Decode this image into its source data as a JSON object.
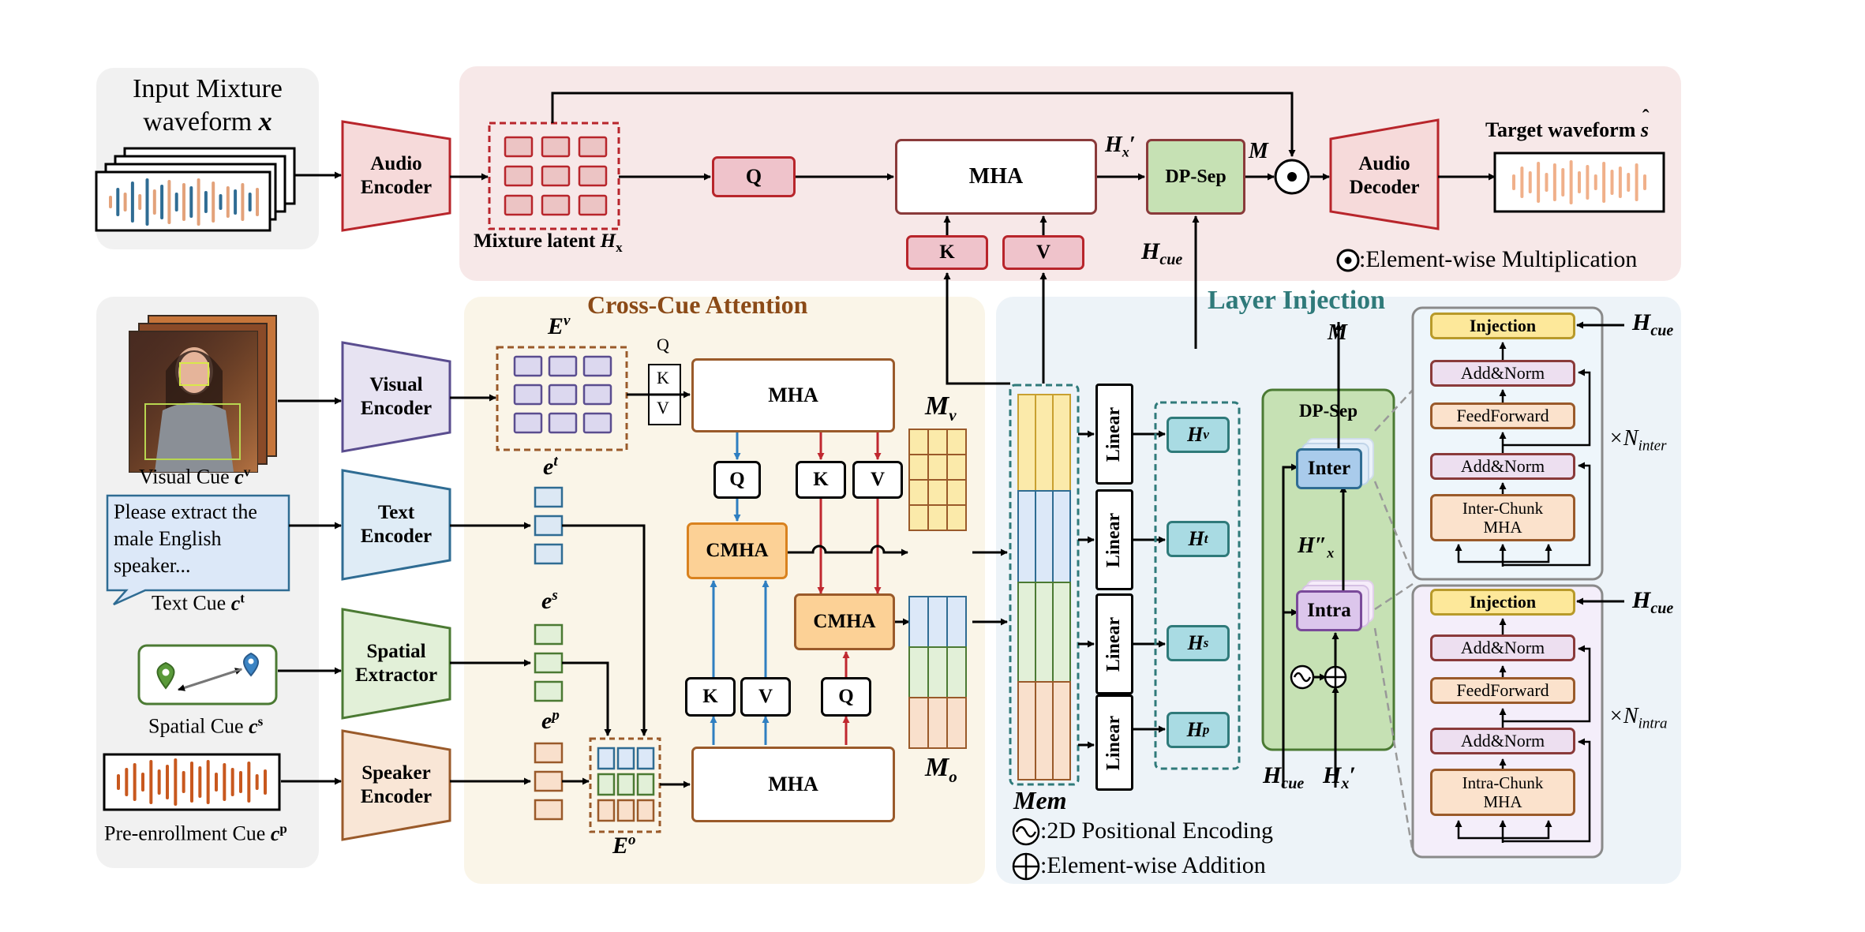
{
  "input": {
    "title_line1": "Input Mixture",
    "title_line2": "waveform",
    "title_var": "x",
    "audio_encoder": "Audio\nEncoder",
    "mixture_latent_text": "Mixture latent",
    "mixture_latent_var": "H",
    "mixture_latent_sub": "x"
  },
  "top": {
    "q": "Q",
    "mha": "MHA",
    "k": "K",
    "v": "V",
    "hx_prime": "H",
    "hx_prime_sub": "x",
    "hx_prime_mark": "′",
    "dpsep": "DP-Sep",
    "m": "M",
    "audio_decoder": "Audio\nDecoder",
    "target_title": "Target waveform",
    "target_var": "s",
    "target_hat": "ˆ",
    "hcue": "H",
    "hcue_sub": "cue",
    "legend_mult": ":Element-wise Multiplication"
  },
  "cues": {
    "visual_label": "Visual Cue",
    "visual_var": "c",
    "visual_sup": "v",
    "text_bubble": "Please extract the male English speaker...",
    "text_label": "Text Cue",
    "text_var": "c",
    "text_sup": "t",
    "spatial_label": "Spatial Cue",
    "spatial_var": "c",
    "spatial_sup": "s",
    "pre_label": "Pre-enrollment Cue",
    "pre_var": "c",
    "pre_sup": "p",
    "visual_encoder": "Visual\nEncoder",
    "text_encoder": "Text\nEncoder",
    "spatial_extractor": "Spatial\nExtractor",
    "speaker_encoder": "Speaker\nEncoder"
  },
  "cross": {
    "title": "Cross-Cue Attention",
    "ev": "E",
    "ev_sup": "v",
    "et": "e",
    "et_sup": "t",
    "es": "e",
    "es_sup": "s",
    "ep": "e",
    "ep_sup": "p",
    "eo": "E",
    "eo_sup": "o",
    "q_small": "Q",
    "k_small": "K",
    "v_small": "V",
    "mha_top": "MHA",
    "mha_bottom": "MHA",
    "q1": "Q",
    "k1": "K",
    "v1": "V",
    "cmha1": "CMHA",
    "cmha2": "CMHA",
    "k2": "K",
    "v2": "V",
    "q2": "Q",
    "mv": "M",
    "mv_sub": "v",
    "mo": "M",
    "mo_sub": "o"
  },
  "inject": {
    "title": "Layer Injection",
    "mem": "Mem",
    "linear": "Linear",
    "hv": "H",
    "hv_sub": "v",
    "ht": "H",
    "ht_sub": "t",
    "hs": "H",
    "hs_sub": "s",
    "hp": "H",
    "hp_sub": "p",
    "m_top": "M",
    "dpsep": "DP-Sep",
    "inter": "Inter",
    "intra": "Intra",
    "hxx": "H″",
    "hxx_sub": "x",
    "hcue_bottom": "H",
    "hcue_bottom_sub": "cue",
    "hx_bottom": "H",
    "hx_bottom_sub": "x",
    "hx_bottom_mark": "′",
    "legend_pe": ":2D Positional Encoding",
    "legend_add": ":Element-wise Addition"
  },
  "inter_block": {
    "injection": "Injection",
    "addnorm_top": "Add&Norm",
    "feedforward": "FeedForward",
    "addnorm_bottom": "Add&Norm",
    "chunk_line1": "Inter-Chunk",
    "chunk_line2": "MHA",
    "hcue": "H",
    "hcue_sub": "cue",
    "times": "×N",
    "times_sub": "inter"
  },
  "intra_block": {
    "injection": "Injection",
    "addnorm_top": "Add&Norm",
    "feedforward": "FeedForward",
    "addnorm_bottom": "Add&Norm",
    "chunk_line1": "Intra-Chunk",
    "chunk_line2": "MHA",
    "hcue": "H",
    "hcue_sub": "cue",
    "times": "×N",
    "times_sub": "intra"
  },
  "colors": {
    "region_top": "#f7e8e8",
    "region_left": "#f1f1f1",
    "region_cross": "#faf5e8",
    "region_inject": "#edf3f8",
    "encoder_red": "#b8252b",
    "encoder_purple": "#5a4d8f",
    "encoder_blue": "#2f6c93",
    "encoder_green": "#4b7a33",
    "encoder_orange": "#9a5a2a",
    "qkv_pink": "#ee c3cb",
    "cmha_orange": "#fcd196",
    "dpsep_green": "#c6e1b4",
    "h_teal": "#a9dbe3",
    "title_brown": "#8b4a17",
    "title_teal": "#2f7a7a",
    "arrow_blue": "#2f7fc1",
    "arrow_red": "#c0282f"
  }
}
